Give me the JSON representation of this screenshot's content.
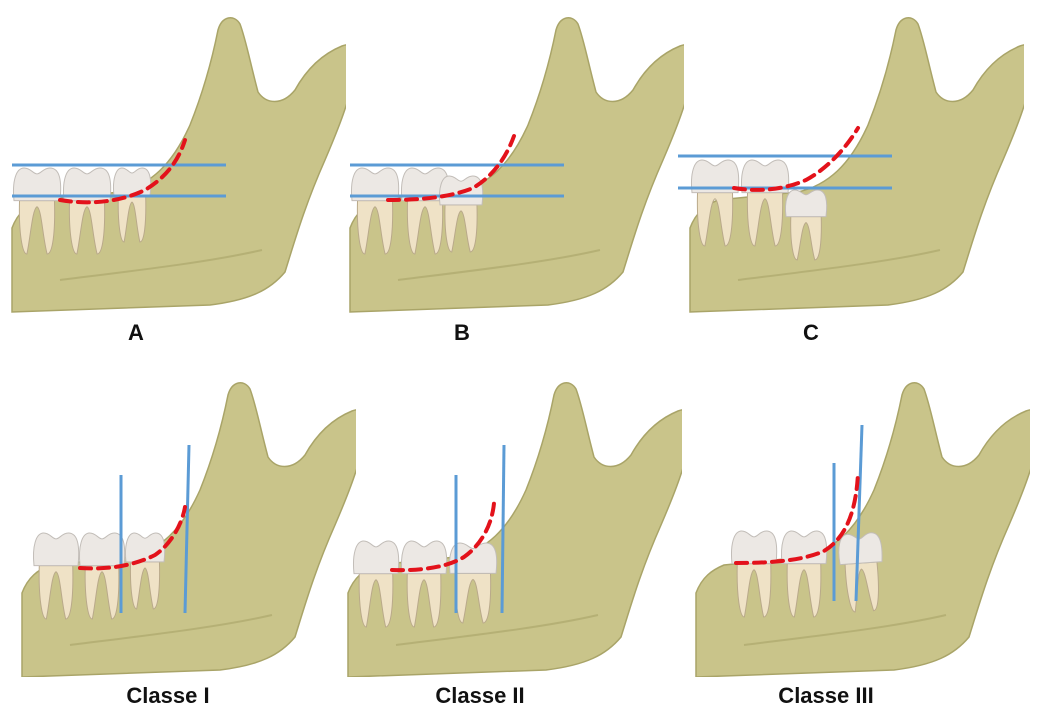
{
  "figure": {
    "panels": [
      {
        "id": "A",
        "caption": "A",
        "scheme": "depth",
        "variant": "A"
      },
      {
        "id": "B",
        "caption": "B",
        "scheme": "depth",
        "variant": "B"
      },
      {
        "id": "C",
        "caption": "C",
        "scheme": "depth",
        "variant": "C"
      },
      {
        "id": "C1",
        "caption": "Classe I",
        "scheme": "ramus",
        "variant": "I"
      },
      {
        "id": "C2",
        "caption": "Classe II",
        "scheme": "ramus",
        "variant": "II"
      },
      {
        "id": "C3",
        "caption": "Classe III",
        "scheme": "ramus",
        "variant": "III"
      }
    ]
  },
  "colors": {
    "bone": "#c9c48a",
    "bone_shade": "#a9a468",
    "tooth_crown": "#ece8e4",
    "tooth_root": "#efe2c6",
    "reference_line": "#5b9bd5",
    "outline": "#e3121b"
  }
}
